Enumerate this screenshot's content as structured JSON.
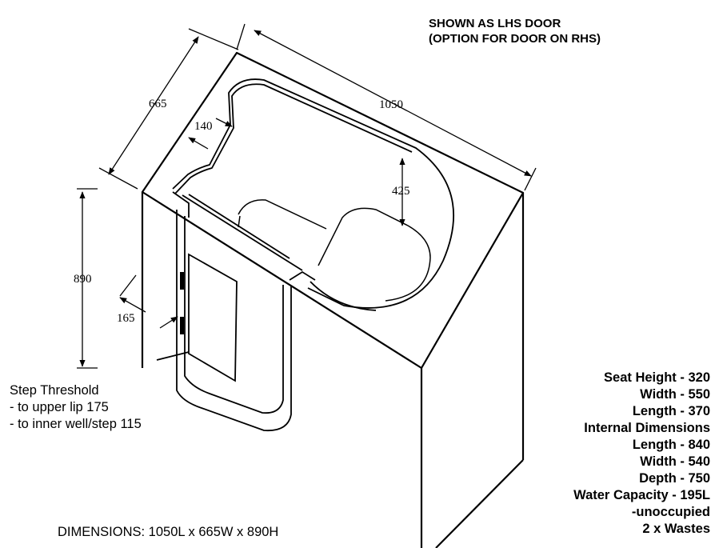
{
  "door_note": [
    "SHOWN AS LHS DOOR",
    "(OPTION FOR DOOR ON RHS)"
  ],
  "dimension_labels": {
    "depth": "665",
    "length": "1050",
    "rim": "140",
    "seat_drop": "425",
    "height": "890",
    "door_offset": "165"
  },
  "step_threshold": [
    "Step Threshold",
    "- to upper lip 175",
    "- to inner well/step 115"
  ],
  "specs": [
    "Seat Height - 320",
    "Width - 550",
    "Length - 370",
    "Internal Dimensions",
    "Length - 840",
    "Width - 540",
    "Depth - 750",
    "Water Capacity - 195L",
    "-unoccupied",
    "2 x Wastes"
  ],
  "footer": "DIMENSIONS: 1050L x 665W x 890H"
}
